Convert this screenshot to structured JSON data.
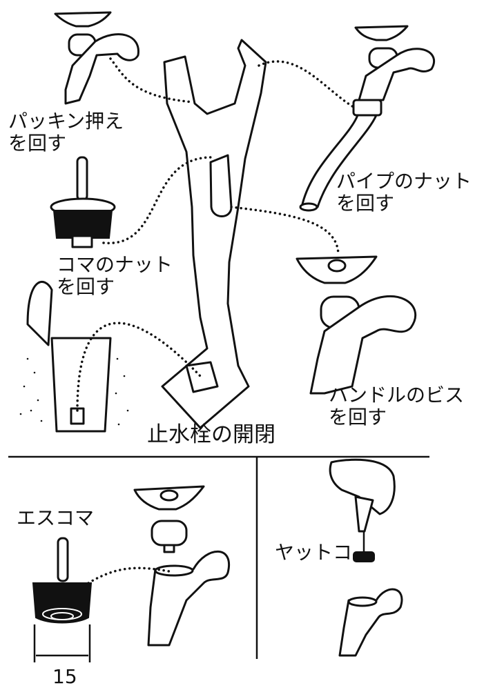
{
  "labels": {
    "packing_line1": "パッキン押え",
    "packing_line2": "を回す",
    "pipe_nut_line1": "パイプのナット",
    "pipe_nut_line2": "を回す",
    "koma_nut_line1": "コマのナット",
    "koma_nut_line2": "を回す",
    "handle_screw_line1": "ハンドルのビス",
    "handle_screw_line2": "を回す",
    "stop_valve": "止水栓の開閉",
    "esukoma": "エスコマ",
    "dimension": "15",
    "yattoko": "ヤットコ"
  }
}
